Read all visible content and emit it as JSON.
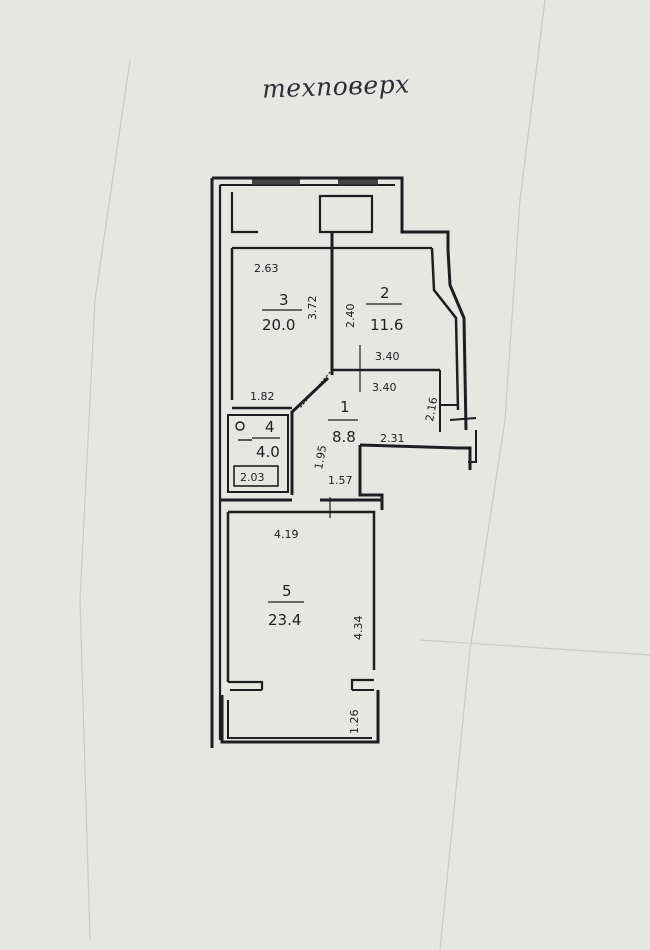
{
  "heading": "техповерх",
  "rooms": [
    {
      "number": "1",
      "area": "8.8"
    },
    {
      "number": "2",
      "area": "11.6"
    },
    {
      "number": "3",
      "area": "20.0"
    },
    {
      "number": "4",
      "area": "4.0"
    },
    {
      "number": "5",
      "area": "23.4"
    }
  ],
  "dimensions": {
    "room3_width": "2.63",
    "room3_length": "3.72",
    "room2_length": "2.40",
    "room2_width": "3.40",
    "corridor_width": "3.40",
    "corridor_side": "2.16",
    "corridor_length": "2.31",
    "corridor_bottom": "1.57",
    "corridor_diag": "1.95",
    "bath_top": "1.82",
    "bath_width": "2.03",
    "room5_width": "4.19",
    "room5_length": "4.34",
    "balcony": "1.26"
  },
  "colors": {
    "paper": "#e6e7e3",
    "ink": "#1c1e22"
  }
}
